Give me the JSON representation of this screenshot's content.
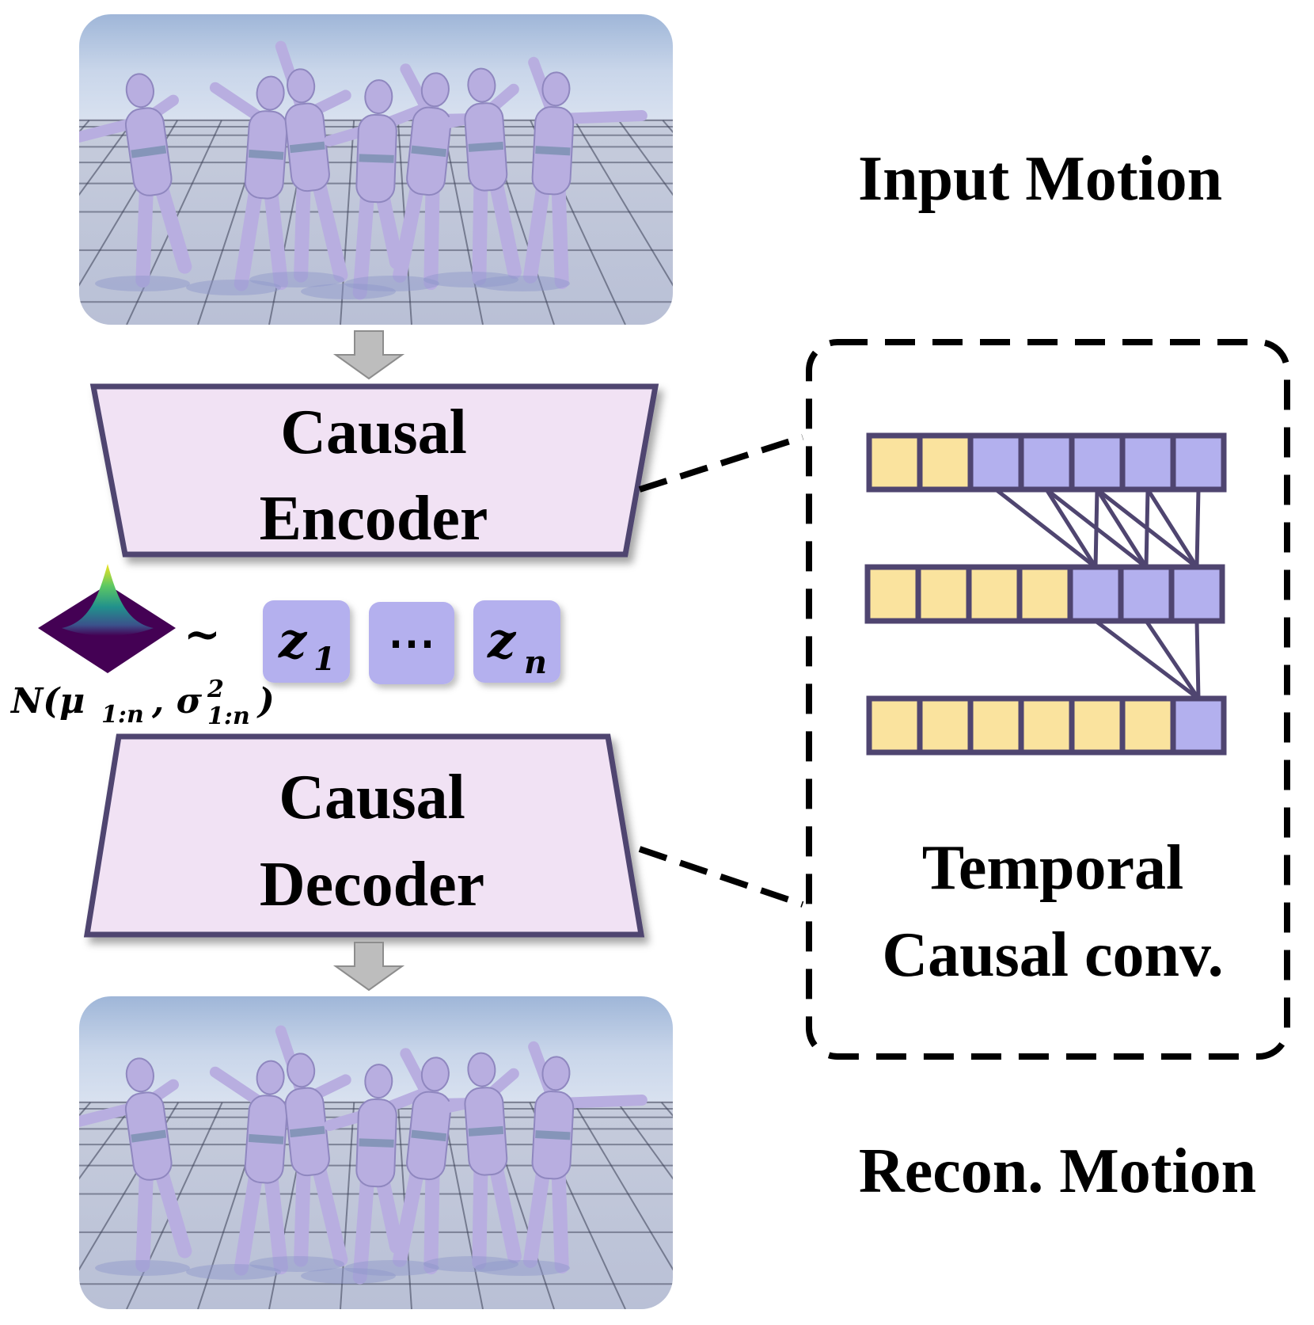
{
  "labels": {
    "input_motion": "Input Motion",
    "recon_motion": "Recon. Motion",
    "encoder_line1": "Causal",
    "encoder_line2": "Encoder",
    "decoder_line1": "Causal",
    "decoder_line2": "Decoder",
    "temporal_line1": "Temporal",
    "temporal_line2": "Causal conv."
  },
  "latents": {
    "tilde": "~",
    "z_first": "z",
    "z_first_sub": "1",
    "ellipsis": "⋯",
    "z_last": "z",
    "z_last_sub": "n"
  },
  "distribution": {
    "prefix": "N(μ",
    "mu_sub": "1:n",
    "comma_sigma": ", σ",
    "sigma_sup": "2",
    "sigma_sub": "1:n",
    "close": ")"
  },
  "conv_rows": [
    [
      "yellow",
      "yellow",
      "purple",
      "purple",
      "purple",
      "purple",
      "purple"
    ],
    [
      "yellow",
      "yellow",
      "yellow",
      "yellow",
      "purple",
      "purple",
      "purple"
    ],
    [
      "yellow",
      "yellow",
      "yellow",
      "yellow",
      "yellow",
      "yellow",
      "purple"
    ]
  ],
  "colors": {
    "block_fill": "#f1e2f4",
    "block_stroke": "#4f4570",
    "latent_fill": "#b4b0ee",
    "cell_yellow": "#fae39e",
    "cell_purple": "#b3b0ee",
    "arrow_fill": "#bdbdbd",
    "figure_tint": "#b8aee0"
  }
}
